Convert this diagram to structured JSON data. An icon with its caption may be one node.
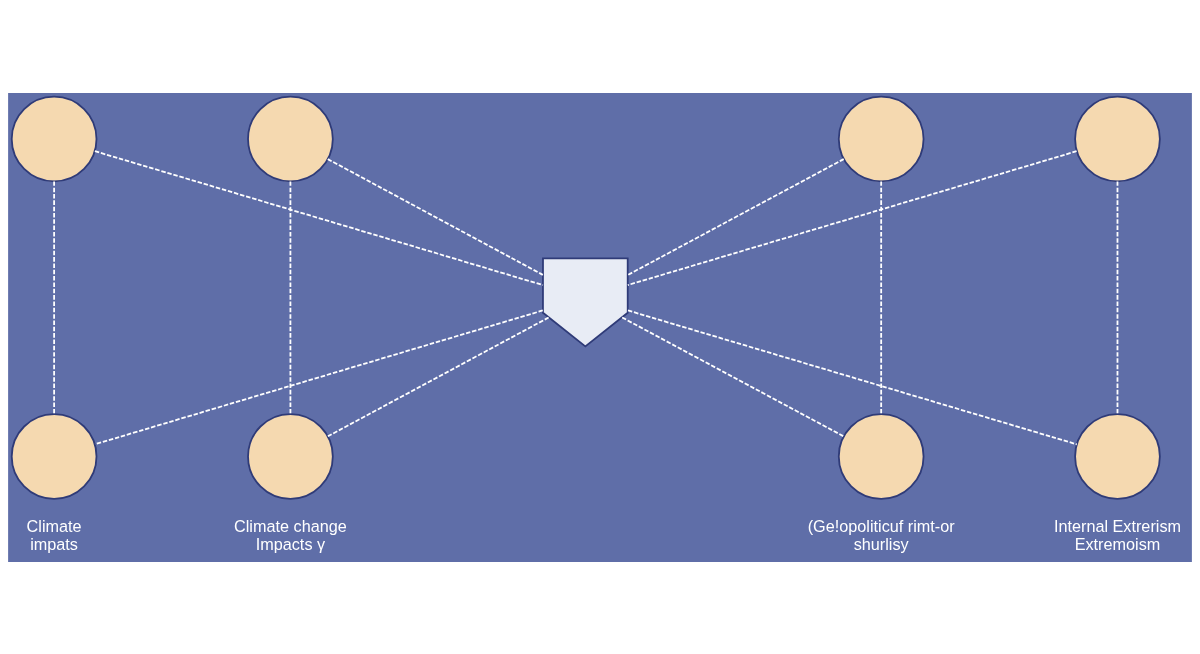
{
  "diagram": {
    "nodes": [
      {
        "text": [],
        "shape": "circle"
      },
      {
        "text": [],
        "shape": "circle"
      },
      {
        "text": [],
        "shape": "circle"
      },
      {
        "text": [],
        "shape": "circle"
      },
      {
        "text": [],
        "shape": "shield"
      },
      {
        "text": [],
        "shape": "circle",
        "beside": [
          "Climate impats"
        ]
      },
      {
        "text": [],
        "shape": "circle",
        "beside": [
          "Climate change Impacts γ"
        ]
      },
      {
        "text": [],
        "shape": "circle",
        "beside": [
          "(Ge!opoliticuf rimt-or shurlisy"
        ]
      },
      {
        "text": [],
        "shape": "circle",
        "beside": [
          "Internal Extrerism Extremoism"
        ]
      }
    ],
    "edges": [
      {
        "from": 0,
        "to": 5,
        "arrow": "none",
        "style": "dashed"
      },
      {
        "from": 1,
        "to": 6,
        "arrow": "none",
        "style": "dashed"
      },
      {
        "from": 2,
        "to": 7,
        "arrow": "none",
        "style": "dashed"
      },
      {
        "from": 3,
        "to": 8,
        "arrow": "none",
        "style": "dashed"
      },
      {
        "from": 0,
        "to": 4,
        "arrow": "none",
        "style": "dashed"
      },
      {
        "from": 1,
        "to": 4,
        "arrow": "none",
        "style": "dashed"
      },
      {
        "from": 2,
        "to": 4,
        "arrow": "none",
        "style": "dashed"
      },
      {
        "from": 3,
        "to": 4,
        "arrow": "none",
        "style": "dashed"
      },
      {
        "from": 4,
        "to": 5,
        "arrow": "none",
        "style": "dashed"
      },
      {
        "from": 4,
        "to": 6,
        "arrow": "none",
        "style": "dashed"
      },
      {
        "from": 4,
        "to": 7,
        "arrow": "none",
        "style": "dashed"
      },
      {
        "from": 4,
        "to": 8,
        "arrow": "none",
        "style": "dashed"
      }
    ]
  }
}
